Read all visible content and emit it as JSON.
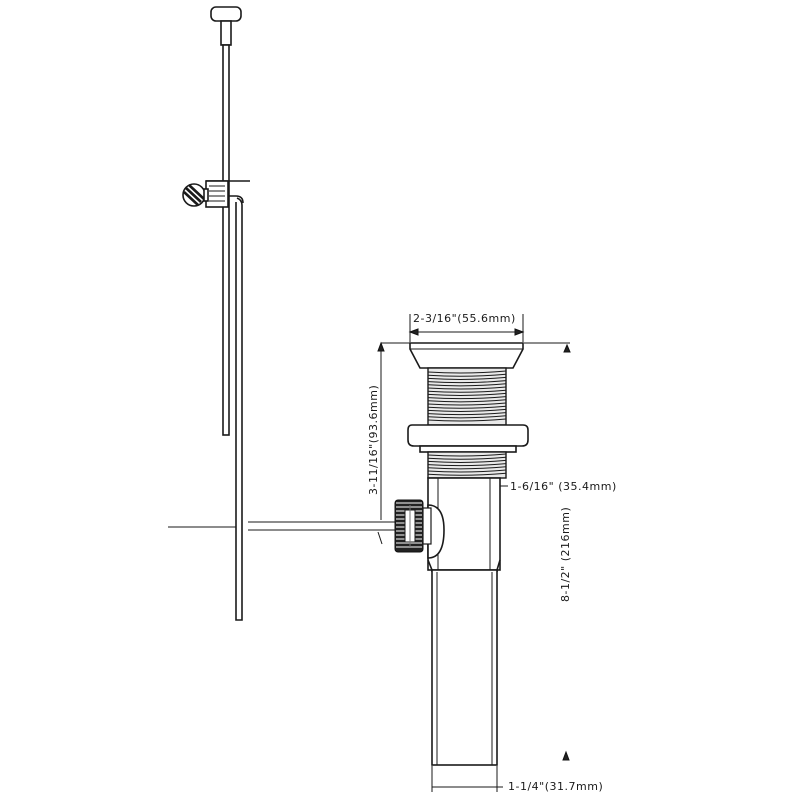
{
  "dimensions": {
    "flange_diameter": "2-3/16\"(55.6mm)",
    "body_height": "3-11/16\"(93.6mm)",
    "body_diameter": "1-6/16\"  (35.4mm)",
    "overall_length": "8-1/2\"  (216mm)",
    "tailpiece_diameter": "1-1/4\"(31.7mm)"
  }
}
